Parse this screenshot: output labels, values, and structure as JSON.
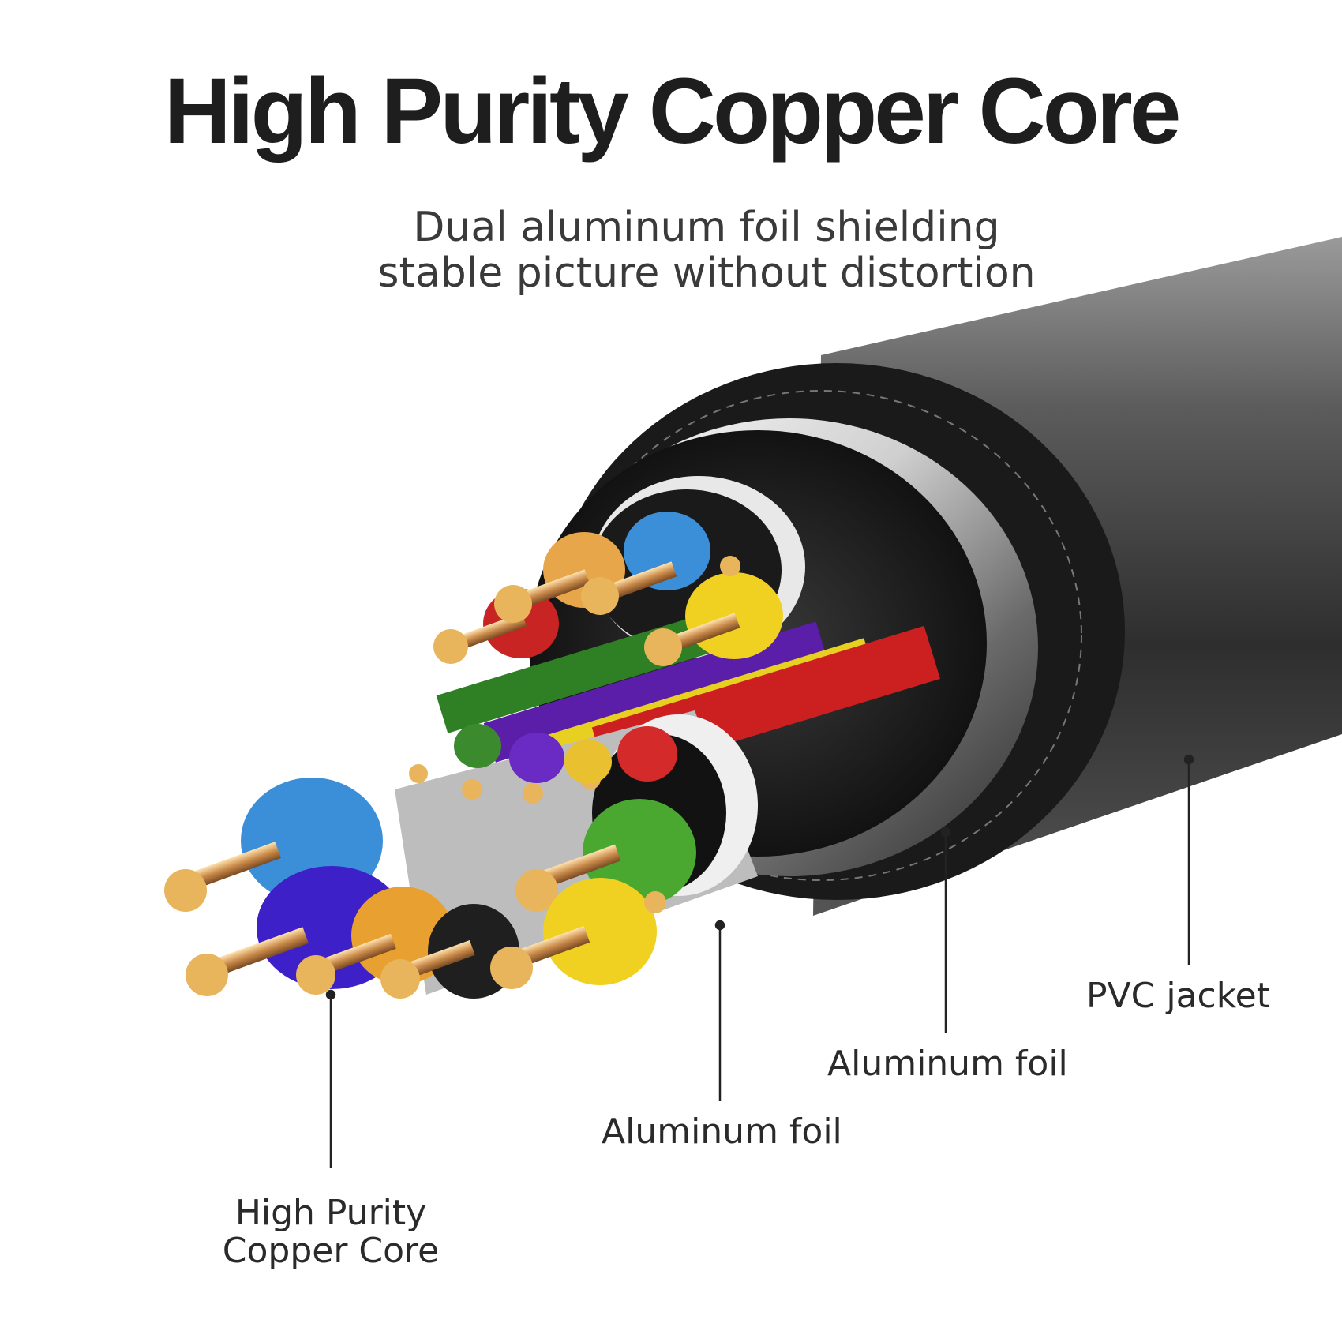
{
  "heading": "High Purity Copper Core",
  "subheading": {
    "line1": "Dual aluminum foil shielding",
    "line2": "stable picture without distortion"
  },
  "labels": {
    "pvc_jacket": "PVC jacket",
    "aluminum_foil_outer": "Aluminum foil",
    "aluminum_foil_inner": "Aluminum foil",
    "copper_core_line1": "High Purity",
    "copper_core_line2": "Copper Core"
  },
  "colors": {
    "jacket": "#4a4a4a",
    "copper": "#e8b55c",
    "blue": "#3a8fd8",
    "yellow": "#f0d020",
    "red": "#d02828",
    "green": "#4aa830",
    "purple": "#5a2cc0",
    "orange": "#e8a030"
  }
}
